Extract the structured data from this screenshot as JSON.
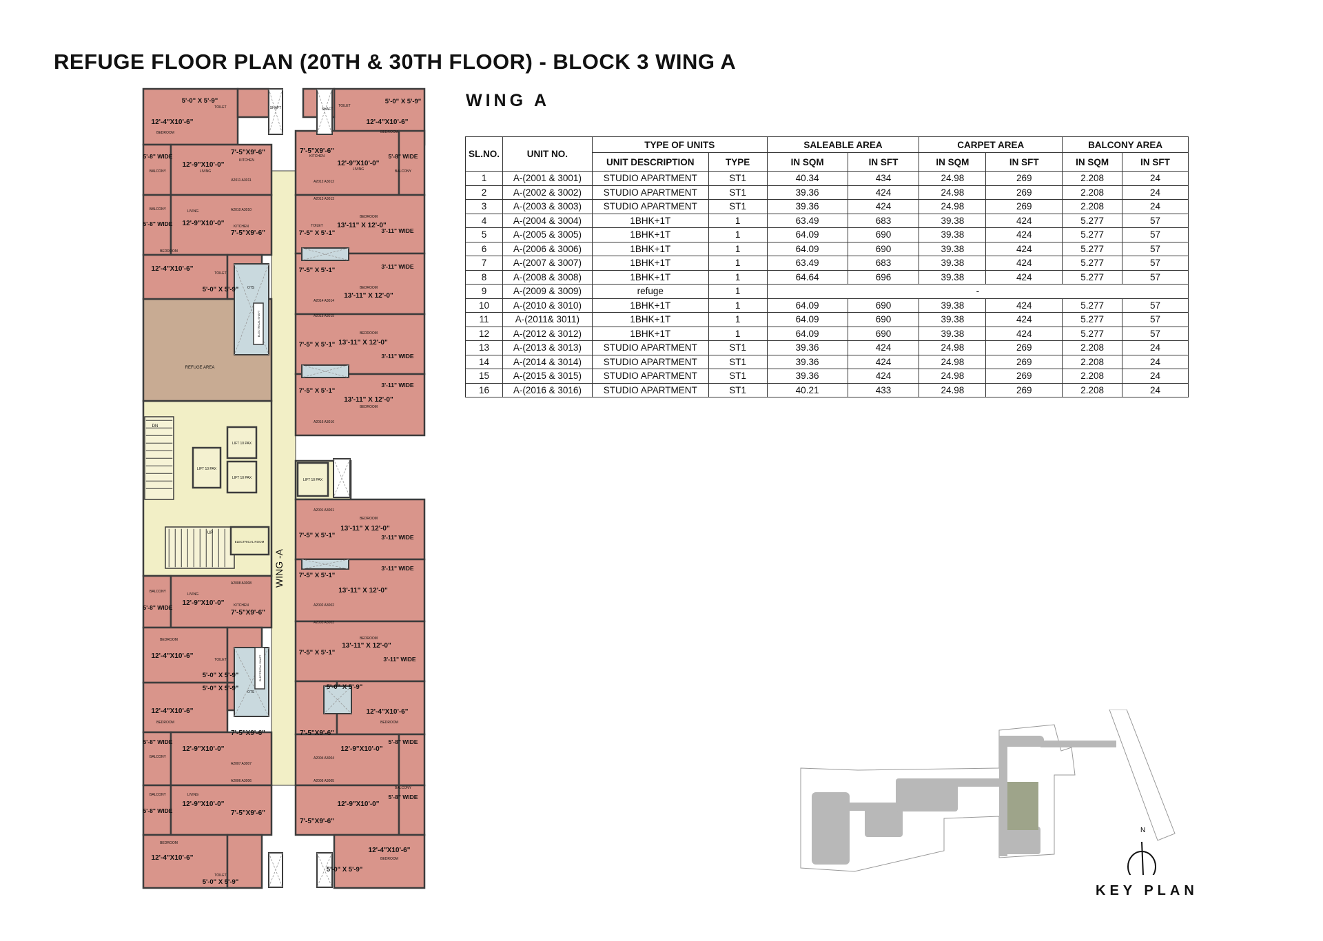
{
  "title": "REFUGE FLOOR PLAN (20TH & 30TH FLOOR) - BLOCK 3 WING A",
  "wing_heading": "WING A",
  "colors": {
    "unit": "#d9958b",
    "corridor": "#f2efc6",
    "refuge": "#c8ab93",
    "ots": "#c9d9de",
    "wall": "#3c3c3c"
  },
  "table": {
    "headers": {
      "sl_no": "SL.NO.",
      "unit_no": "UNIT NO.",
      "type_of_units": "TYPE OF UNITS",
      "saleable_area": "SALEABLE AREA",
      "carpet_area": "CARPET AREA",
      "balcony_area": "BALCONY AREA",
      "unit_description": "UNIT DESCRIPTION",
      "type": "TYPE",
      "in_sqm": "IN SQM",
      "in_sft": "IN SFT"
    },
    "rows": [
      [
        "1",
        "A-(2001 & 3001)",
        "STUDIO APARTMENT",
        "ST1",
        "40.34",
        "434",
        "24.98",
        "269",
        "2.208",
        "24"
      ],
      [
        "2",
        "A-(2002 & 3002)",
        "STUDIO APARTMENT",
        "ST1",
        "39.36",
        "424",
        "24.98",
        "269",
        "2.208",
        "24"
      ],
      [
        "3",
        "A-(2003 & 3003)",
        "STUDIO APARTMENT",
        "ST1",
        "39.36",
        "424",
        "24.98",
        "269",
        "2.208",
        "24"
      ],
      [
        "4",
        "A-(2004 & 3004)",
        "1BHK+1T",
        "1",
        "63.49",
        "683",
        "39.38",
        "424",
        "5.277",
        "57"
      ],
      [
        "5",
        "A-(2005 & 3005)",
        "1BHK+1T",
        "1",
        "64.09",
        "690",
        "39.38",
        "424",
        "5.277",
        "57"
      ],
      [
        "6",
        "A-(2006 & 3006)",
        "1BHK+1T",
        "1",
        "64.09",
        "690",
        "39.38",
        "424",
        "5.277",
        "57"
      ],
      [
        "7",
        "A-(2007 & 3007)",
        "1BHK+1T",
        "1",
        "63.49",
        "683",
        "39.38",
        "424",
        "5.277",
        "57"
      ],
      [
        "8",
        "A-(2008 & 3008)",
        "1BHK+1T",
        "1",
        "64.64",
        "696",
        "39.38",
        "424",
        "5.277",
        "57"
      ],
      [
        "9",
        "A-(2009 & 3009)",
        "refuge",
        "1",
        "-"
      ],
      [
        "10",
        "A-(2010 & 3010)",
        "1BHK+1T",
        "1",
        "64.09",
        "690",
        "39.38",
        "424",
        "5.277",
        "57"
      ],
      [
        "11",
        "A-(2011& 3011)",
        "1BHK+1T",
        "1",
        "64.09",
        "690",
        "39.38",
        "424",
        "5.277",
        "57"
      ],
      [
        "12",
        "A-(2012 & 3012)",
        "1BHK+1T",
        "1",
        "64.09",
        "690",
        "39.38",
        "424",
        "5.277",
        "57"
      ],
      [
        "13",
        "A-(2013 & 3013)",
        "STUDIO APARTMENT",
        "ST1",
        "39.36",
        "424",
        "24.98",
        "269",
        "2.208",
        "24"
      ],
      [
        "14",
        "A-(2014 & 3014)",
        "STUDIO APARTMENT",
        "ST1",
        "39.36",
        "424",
        "24.98",
        "269",
        "2.208",
        "24"
      ],
      [
        "15",
        "A-(2015 & 3015)",
        "STUDIO APARTMENT",
        "ST1",
        "39.36",
        "424",
        "24.98",
        "269",
        "2.208",
        "24"
      ],
      [
        "16",
        "A-(2016 & 3016)",
        "STUDIO APARTMENT",
        "ST1",
        "40.21",
        "433",
        "24.98",
        "269",
        "2.208",
        "24"
      ]
    ]
  },
  "plan": {
    "corridor_label": "WING -A",
    "labels": [
      "5'-0\" X 5'-9\"",
      "TOILET",
      "SHAFT",
      "12'-4\"X10'-6\"",
      "BEDROOM",
      "7'-5\"X9'-6\"",
      "KITCHEN",
      "12'-9\"X10'-0\"",
      "LIVING",
      "5'-8\" WIDE",
      "BALCONY",
      "A2011 A3011",
      "A2010 A3010",
      "A2012 A3012",
      "A2013 A3013",
      "A2014 A3014",
      "A2015 A3015",
      "A2016 A3016",
      "13'-11\" X 12'-0\"",
      "7'-5\" X 5'-1\"",
      "3'-11\" WIDE",
      "OTS",
      "REFUGE AREA",
      "ELECTRICAL SHAFT",
      "LIFT 10 PAX",
      "ELECTRICAL ROOM",
      "UP",
      "DN",
      "A2001 A3001",
      "A2002 A3002",
      "A2003 A3003",
      "A2004 A3004",
      "A2005 A3005",
      "A2006 A3006",
      "A2007 A3007",
      "A2008 A3008"
    ]
  },
  "key_plan": {
    "label": "KEY PLAN",
    "north": "N"
  }
}
